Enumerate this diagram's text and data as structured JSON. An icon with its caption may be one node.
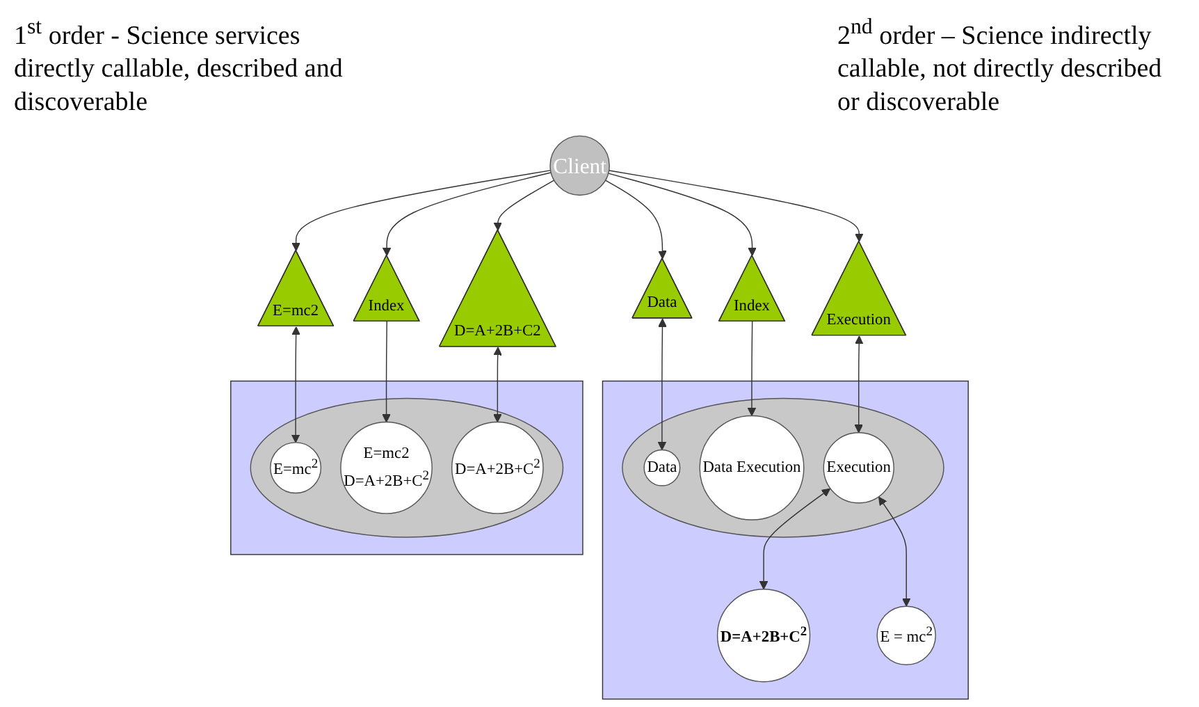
{
  "diagram": {
    "nodes": [
      {
        "text": [
          "Client"
        ]
      },
      {
        "text": [
          "E=mc2"
        ]
      },
      {
        "text": [
          "Index"
        ]
      },
      {
        "text": [
          "D=A+2B+C2"
        ]
      },
      {
        "text": [
          "Data"
        ]
      },
      {
        "text": [
          "Index"
        ]
      },
      {
        "text": [
          "Execution"
        ]
      },
      {
        "text": [],
        "shape": "box"
      },
      {
        "text": [],
        "shape": "circle",
        "in": 7
      },
      {
        "text": [
          "E=mc$^{2}$"
        ],
        "in": 8
      },
      {
        "text": [
          "D=A+2B+C$^{2}$"
        ],
        "in": 8
      },
      {
        "text": [
          "E=mc2",
          "D=A+2B+C$^{2}$"
        ],
        "in": 8
      },
      {
        "text": [],
        "shape": "box"
      },
      {
        "text": [],
        "shape": "circle",
        "in": 12
      },
      {
        "text": [
          "Data Execution"
        ],
        "in": 13
      },
      {
        "text": [
          "Data"
        ],
        "in": 13
      },
      {
        "text": [
          "Execution"
        ],
        "in": 13
      },
      {
        "text": [
          "D=A+2B+C$^{2}$"
        ],
        "in": 12
      },
      {
        "text": [
          "E = mc$^{2}$"
        ],
        "in": 12
      }
    ],
    "edges": [
      {
        "from": 0,
        "to": 1,
        "arrow": "to"
      },
      {
        "from": 0,
        "to": 2,
        "arrow": "to"
      },
      {
        "from": 0,
        "to": 3,
        "arrow": "to"
      },
      {
        "from": 0,
        "to": 4,
        "arrow": "to"
      },
      {
        "from": 0,
        "to": 5,
        "arrow": "to"
      },
      {
        "from": 0,
        "to": 6,
        "arrow": "to"
      },
      {
        "from": 1,
        "to": 9,
        "arrow": "both"
      },
      {
        "from": 2,
        "to": 11,
        "arrow": "to"
      },
      {
        "from": 3,
        "to": 10,
        "arrow": "both"
      },
      {
        "from": 4,
        "to": 15,
        "arrow": "both"
      },
      {
        "from": 5,
        "to": 14,
        "arrow": "to"
      },
      {
        "from": 6,
        "to": 16,
        "arrow": "both"
      },
      {
        "from": 16,
        "to": 17,
        "arrow": "both"
      },
      {
        "from": 16,
        "to": 18,
        "arrow": "both"
      }
    ],
    "labels": [
      "1$^{st}$ order - Science services directly callable, described and discoverable",
      "2$^{nd}$ order – Science indirectly callable, not directly described or discoverable"
    ]
  }
}
